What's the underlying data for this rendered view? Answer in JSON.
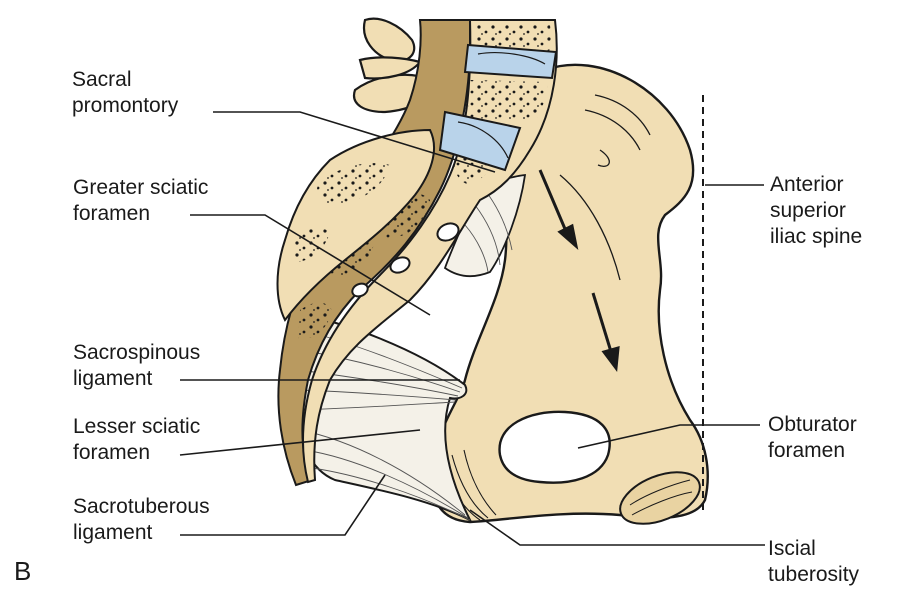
{
  "labels": {
    "sacral_promontory": [
      "Sacral",
      "promontory"
    ],
    "greater_sciatic_foramen": [
      "Greater sciatic",
      "foramen"
    ],
    "sacrospinous_ligament": [
      "Sacrospinous",
      "ligament"
    ],
    "lesser_sciatic_foramen": [
      "Lesser sciatic",
      "foramen"
    ],
    "sacrotuberous_ligament": [
      "Sacrotuberous",
      "ligament"
    ],
    "anterior_superior_iliac_spine": [
      "Anterior",
      "superior",
      "iliac spine"
    ],
    "obturator_foramen": [
      "Obturator",
      "foramen"
    ],
    "iscial_tuberosity": [
      "Iscial",
      "tuberosity"
    ]
  },
  "panel_letter": "B",
  "colors": {
    "bone": "#f1deb4",
    "bone_dark": "#cfae72",
    "disc": "#b9d3ea",
    "canal": "#b99a60",
    "ligament": "#f4f1e8",
    "outline": "#1a1a1a"
  }
}
